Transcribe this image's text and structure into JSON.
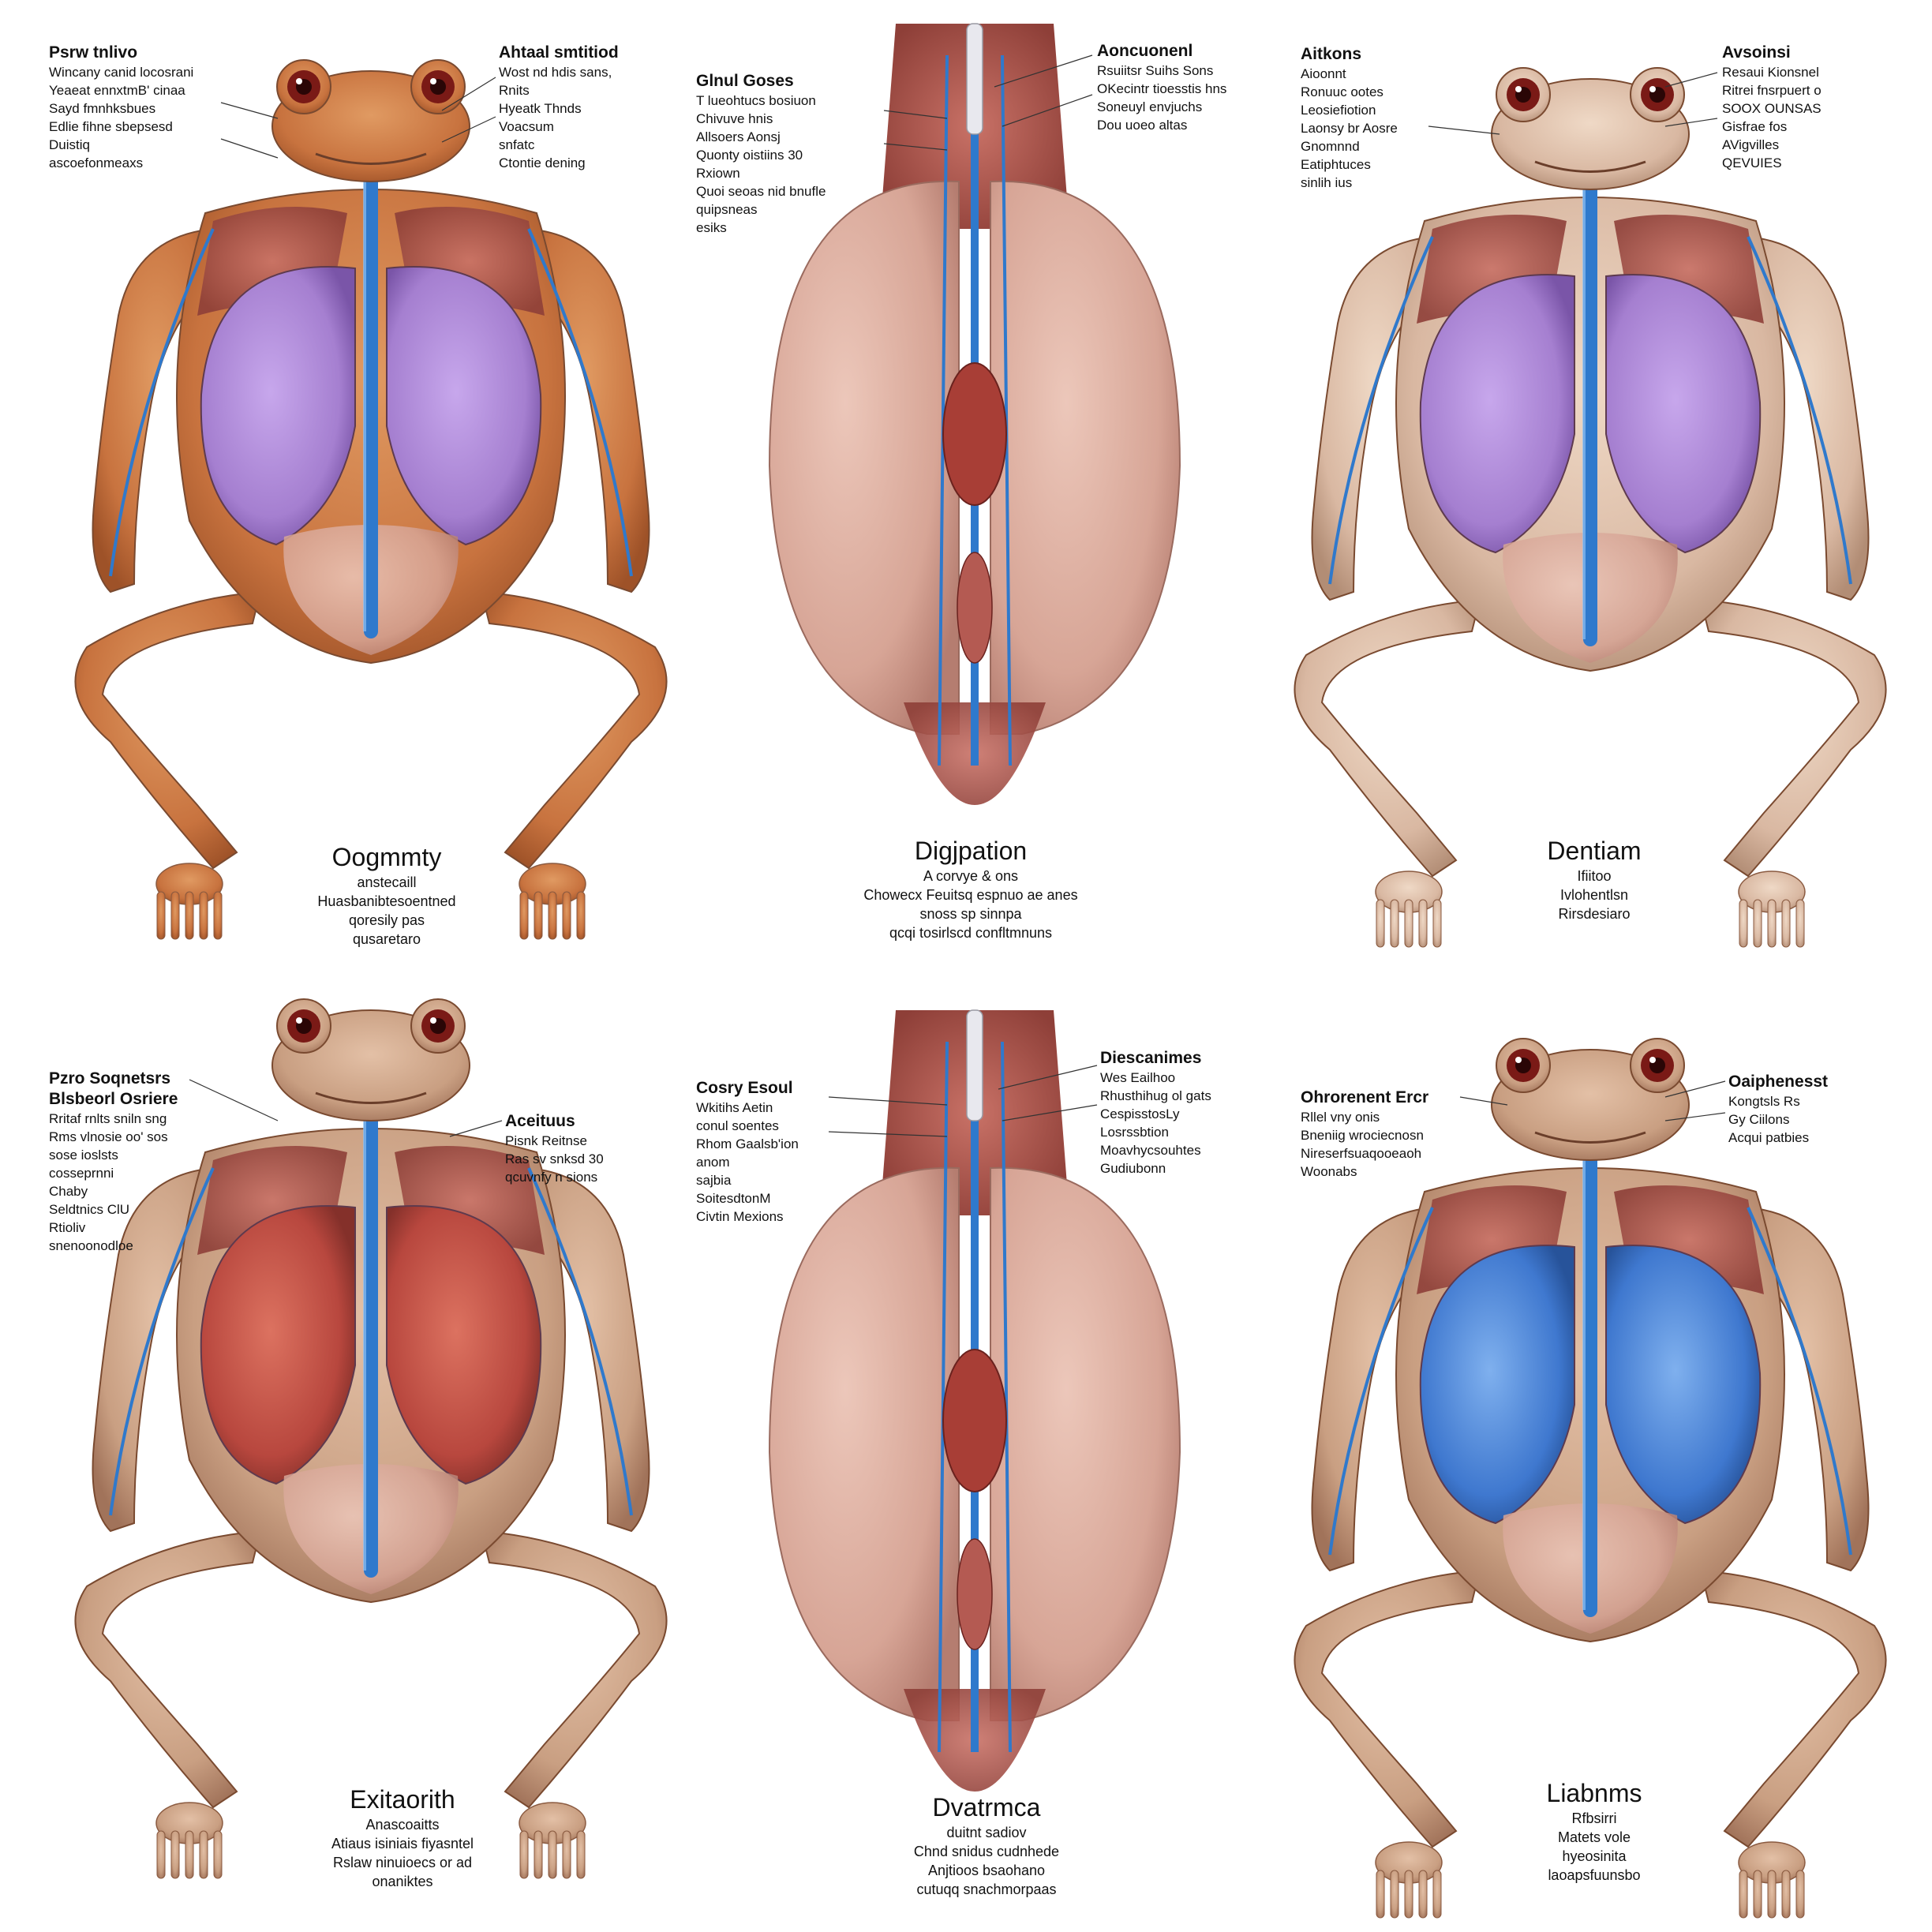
{
  "panels": [
    {
      "label_left_head": "Psrw tnlivo",
      "label_left": "Wincany canid locosrani\nYeaeat ennxtmB' cinaa\nSayd fmnhksbues\nEdlie fihne sbepsesd\nDuistiq\nascoefonmeaxs",
      "label_right_head": "Ahtaal smtitiod",
      "label_right": "Wost nd hdis sans,\nRnits\nHyeatk Thnds\nVoacsum\nsnfatc\nCtontie dening",
      "caption_title": "Oogmmty",
      "caption_sub": "anstecaill\nHuasbanibtesoentned\nqoresily pas\nqusaretaro"
    },
    {
      "label_left_head": "Glnul Goses",
      "label_left": "T lueohtucs bosiuon\nChivuve hnis\nAllsoers Aonsj\nQuonty oistiins 30\nRxiown\nQuoi seoas nid bnufle\nquipsneas\nesiks",
      "label_right_head": "Aoncuonenl",
      "label_right": "Rsuiitsr Suihs Sons\nOKecintr tioesstis hns\nSoneuyl envjuchs\nDou uoeo altas",
      "caption_title": "Digjpation",
      "caption_sub": "A corvye & ons\nChowecx Feuitsq espnuo ae anes\nsnoss sp sinnpa\nqcqi tosirlscd confltmnuns"
    },
    {
      "label_left_head": "Aitkons",
      "label_left": "Aioonnt\nRonuuc ootes\nLeosiefiotion\nLaonsy br Aosre\nGnomnnd\nEatiphtuces\nsinlih ius",
      "label_right_head": "Avsoinsi",
      "label_right": "Resaui Kionsnel\nRitrei fnsrpuert o\nSOOX OUNSAS\nGisfrae fos\nAVigvilles\nQEVUIES",
      "caption_title": "Dentiam",
      "caption_sub": "Ifiitoo\nIvlohentlsn\nRirsdesiaro"
    },
    {
      "label_left_head": "Pzro Soqnetsrs\nBlsbeorl Osriere",
      "label_left": "Rritaf rnlts sniln sng\nRms vlnosie oo' sos\nsose ioslsts\ncosseprnni\nChaby\nSeldtnics ClU\nRtioliv\nsnenoonodloe",
      "label_right_head": "Aceituus",
      "label_right": "Pisnk Reitnse\nRas sv snksd 30\nqcuvnfy n sions",
      "caption_title": "Exitaorith",
      "caption_sub": "Anascoaitts\nAtiaus isiniais fiyasntel\nRslaw ninuioecs or ad\nonaniktes"
    },
    {
      "label_left_head": "Cosry Esoul",
      "label_left": "Wkitihs Aetin\nconul soentes\nRhom Gaalsb'ion\nanom\nsajbia\nSoitesdtonM\nCivtin Mexions",
      "label_right_head": "Diescanimes",
      "label_right": "Wes Eailhoo\nRhusthihug ol gats\nCespisstosLy\nLosrssbtion\nMoavhycsouhtes\nGudiubonn",
      "caption_title": "Dvatrmca",
      "caption_sub": "duitnt sadiov\nChnd snidus cudnhede\nAnjtioos bsaohano\ncutuqq snachmorpaas"
    },
    {
      "label_left_head": "Ohrorenent Ercr",
      "label_left": "Rllel vny onis\nBneniig wrociecnosn\nNireserfsuaqooeaoh\nWoonabs",
      "label_right_head": "Oaiphenesst",
      "label_right": "Kongtsls Rs\nGy Ciilons\nAcqui patbies",
      "caption_title": "Liabnms",
      "caption_sub": "Rfbsirri\nMatets vole\nhyeosinita\nlaoapsfuunsbo"
    }
  ],
  "colors": {
    "frog_orange": "#c8733f",
    "frog_tan": "#c99f82",
    "frog_pale": "#d9b8a2",
    "lung_purple": "#a57fd0",
    "lung_red": "#b8473e",
    "lung_blue": "#3f78cf",
    "vessel_blue": "#2f79cc",
    "muscle": "#a8574e",
    "sac": "#d7a596"
  }
}
